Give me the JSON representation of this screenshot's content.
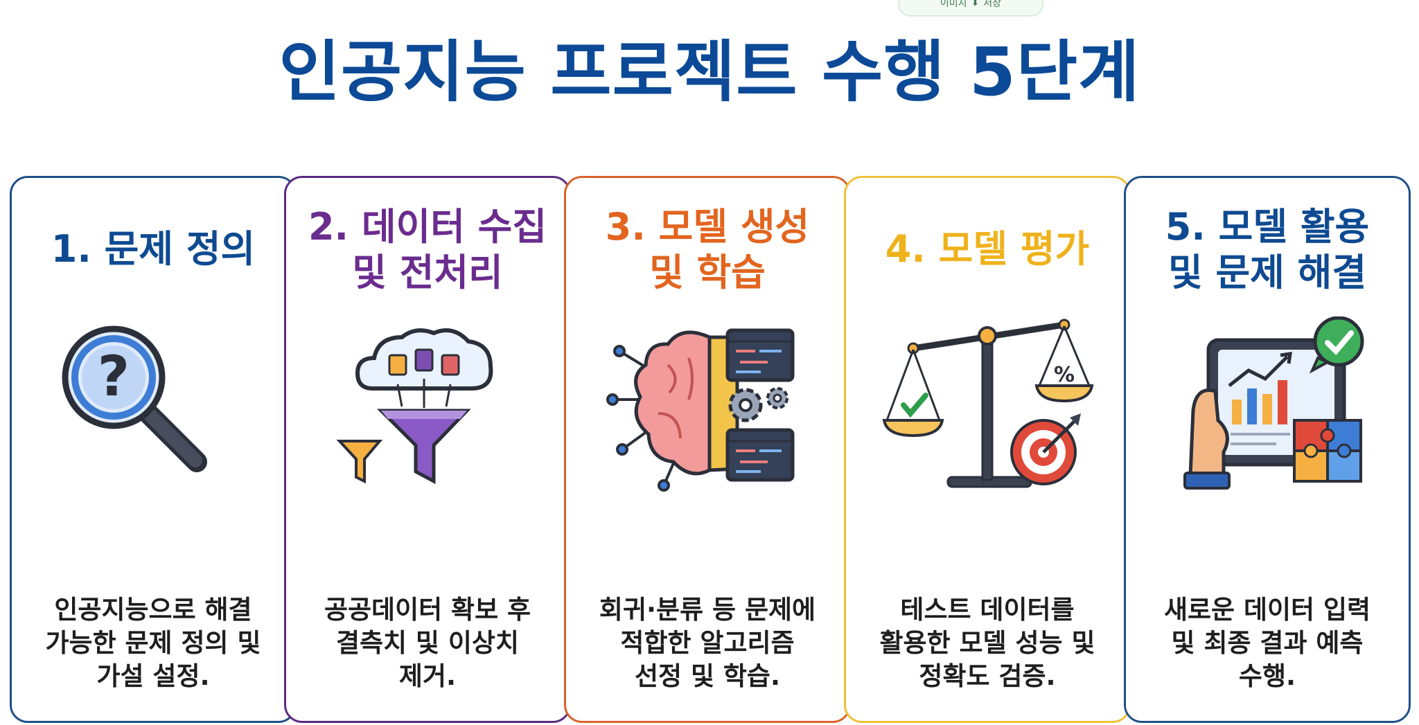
{
  "save_button": {
    "left": "이미지",
    "right": "저장"
  },
  "title": "인공지능 프로젝트 수행 5단계",
  "colors": {
    "title": "#0c4a97",
    "step1": "#0e4a91",
    "step2": "#6a2c8e",
    "step3": "#e2651f",
    "step4": "#efb21c",
    "step5": "#0e4a91"
  },
  "steps": [
    {
      "title": [
        "1. 문제 정의"
      ],
      "icon": "magnifier-question-icon",
      "desc": [
        "인공지능으로 해결",
        "가능한 문제 정의 및",
        "가설 설정."
      ]
    },
    {
      "title": [
        "2. 데이터 수집",
        "및 전처리"
      ],
      "icon": "cloud-funnel-icon",
      "desc": [
        "공공데이터 확보 후",
        "결측치 및 이상치",
        "제거."
      ]
    },
    {
      "title": [
        "3. 모델 생성",
        "및 학습"
      ],
      "icon": "brain-code-gears-icon",
      "desc": [
        "회귀·분류 등 문제에",
        "적합한 알고리즘",
        "선정 및 학습."
      ]
    },
    {
      "title": [
        "4. 모델 평가"
      ],
      "icon": "scale-target-icon",
      "desc": [
        "테스트 데이터를",
        "활용한 모델 성능 및",
        "정확도 검증."
      ]
    },
    {
      "title": [
        "5. 모델 활용",
        "및 문제 해결"
      ],
      "icon": "tablet-chart-puzzle-icon",
      "desc": [
        "새로운 데이터 입력",
        "및 최종 결과 예측",
        "수행."
      ]
    }
  ]
}
